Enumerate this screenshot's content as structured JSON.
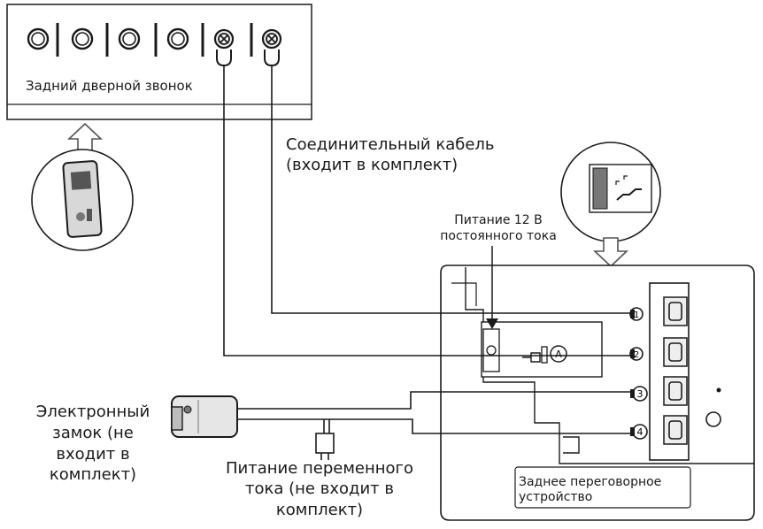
{
  "labels": {
    "door_bell": "Задний дверной звонок",
    "cable": "Соединительный кабель\n(входит в комплект)",
    "power_dc": "Питание 12 В\nпостоянного тока",
    "lock": "Электронный\nзамок (не\nвходит в\nкомплект)",
    "power_ac": "Питание переменного\nтока (не входит в\nкомплект)",
    "rear_intercom": "Заднее переговорное\nустройство"
  },
  "markers": {
    "a": "A",
    "t1": "1",
    "t2": "2",
    "t3": "3",
    "t4": "4"
  },
  "colors": {
    "line": "#1a1a1a",
    "panel_fill": "#ffffff",
    "terminal_fill": "#eeeeee"
  }
}
